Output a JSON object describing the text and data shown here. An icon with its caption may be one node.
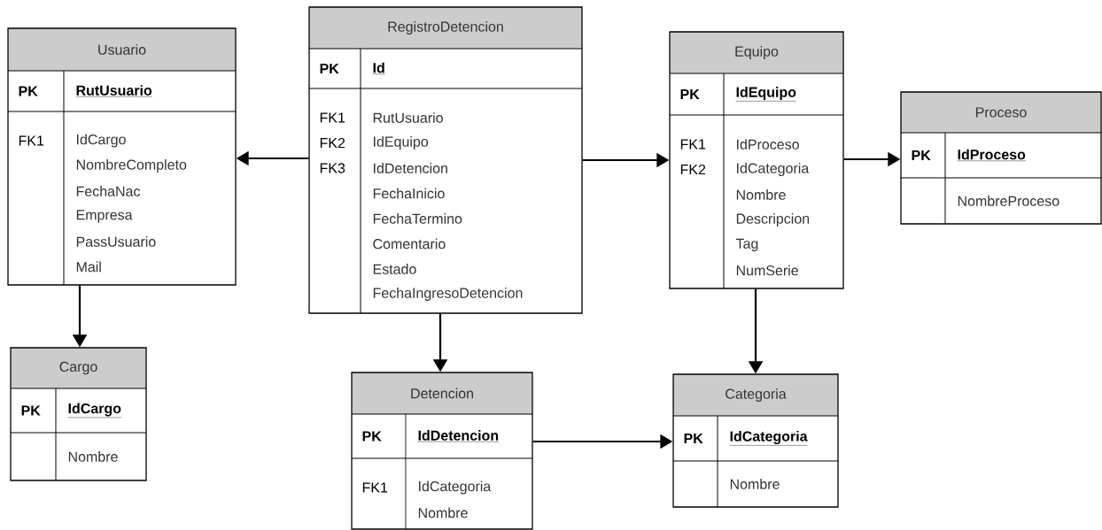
{
  "diagram": {
    "nodes": [
      {
        "text": [
          "Usuario",
          "PK",
          "RutUsuario",
          "FK1",
          "IdCargo",
          "NombreCompleto",
          "FechaNac",
          "Empresa",
          "PassUsuario",
          "Mail"
        ]
      },
      {
        "text": [
          "RegistroDetencion",
          "PK",
          "Id",
          "FK1",
          "FK2",
          "FK3",
          "RutUsuario",
          "IdEquipo",
          "IdDetencion",
          "FechaInicio",
          "FechaTermino",
          "Comentario",
          "Estado",
          "FechaIngresoDetencion"
        ]
      },
      {
        "text": [
          "Equipo",
          "PK",
          "IdEquipo",
          "FK1",
          "FK2",
          "IdProceso",
          "IdCategoria",
          "Nombre",
          "Descripcion",
          "Tag",
          "NumSerie"
        ]
      },
      {
        "text": [
          "Proceso",
          "PK",
          "IdProceso",
          "NombreProceso"
        ]
      },
      {
        "text": [
          "Cargo",
          "PK",
          "IdCargo",
          "Nombre"
        ]
      },
      {
        "text": [
          "Detencion",
          "PK",
          "IdDetencion",
          "FK1",
          "IdCategoria",
          "Nombre"
        ]
      },
      {
        "text": [
          "Categoria",
          "PK",
          "IdCategoria",
          "Nombre"
        ]
      }
    ],
    "edges": [
      {
        "from": 1,
        "to": 0,
        "arrow": "to"
      },
      {
        "from": 1,
        "to": 2,
        "arrow": "to"
      },
      {
        "from": 2,
        "to": 3,
        "arrow": "to"
      },
      {
        "from": 0,
        "to": 4,
        "arrow": "to"
      },
      {
        "from": 1,
        "to": 5,
        "arrow": "to"
      },
      {
        "from": 2,
        "to": 6,
        "arrow": "to"
      },
      {
        "from": 5,
        "to": 6,
        "arrow": "to"
      }
    ]
  }
}
